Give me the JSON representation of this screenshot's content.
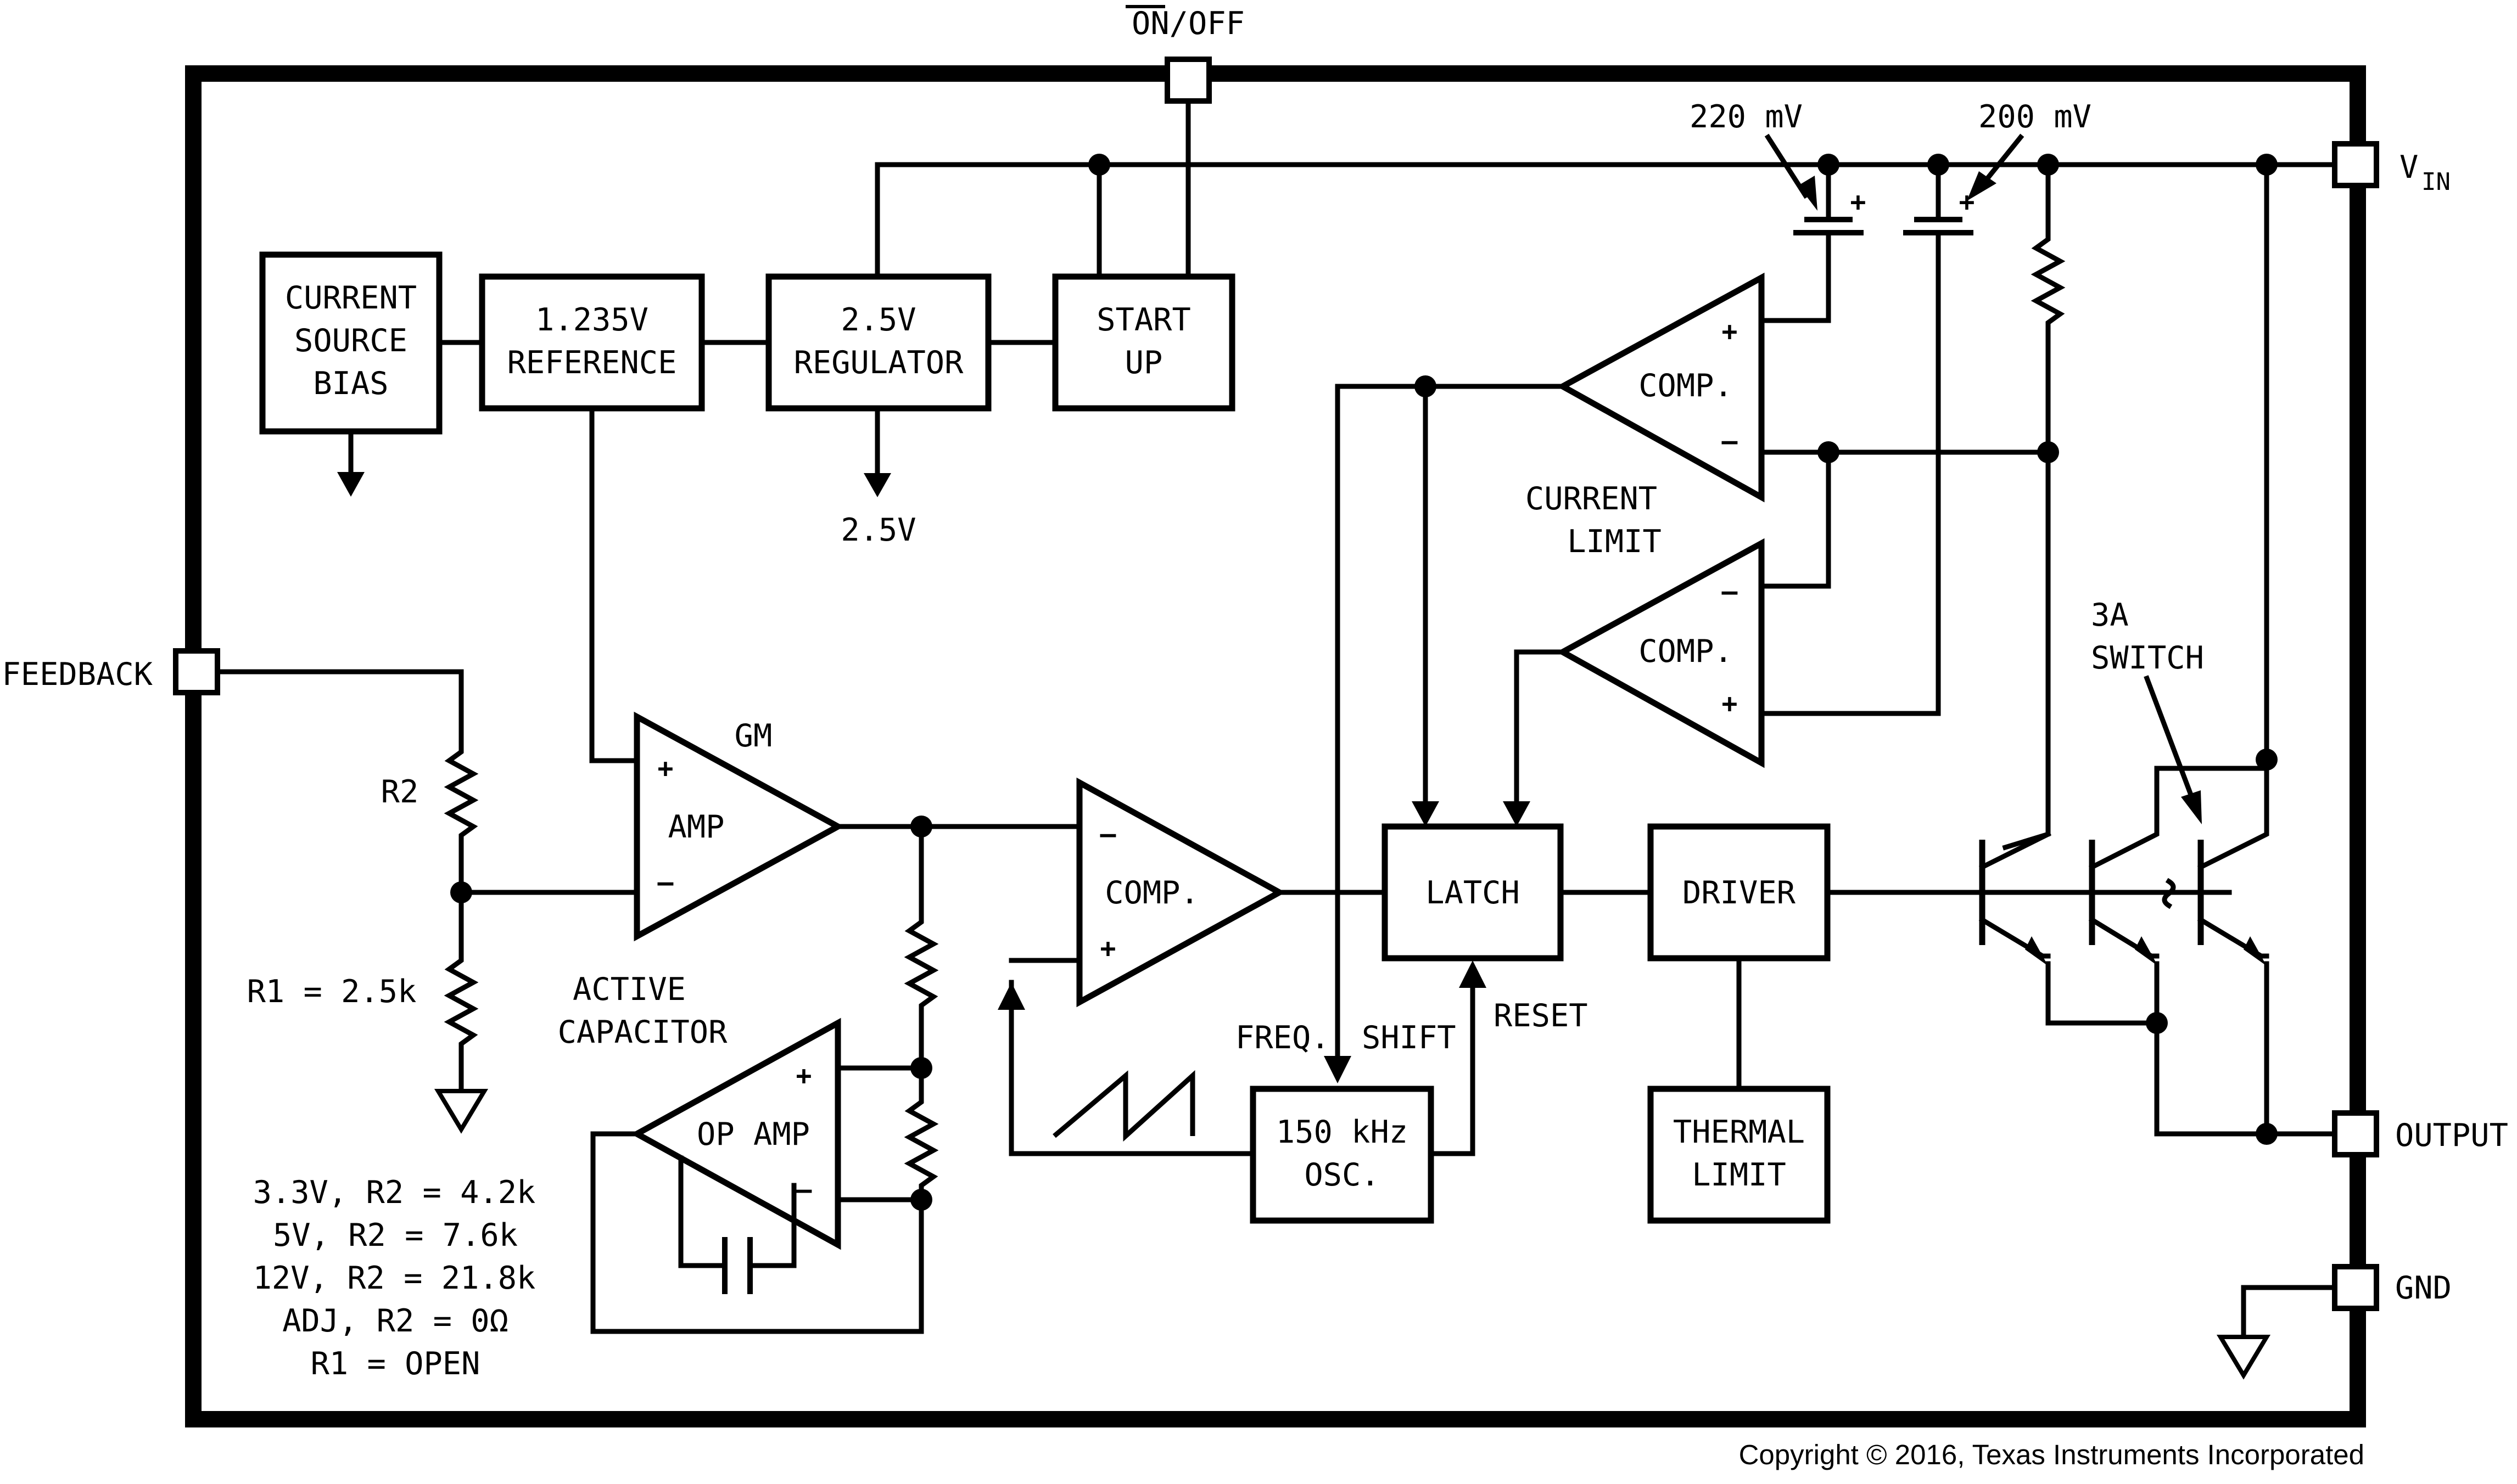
{
  "pins": {
    "on_off": "ON/OFF",
    "vin": "V",
    "vin_sub": "IN",
    "feedback": "FEEDBACK",
    "output": "OUTPUT",
    "gnd": "GND"
  },
  "blocks": {
    "bias_line1": "CURRENT",
    "bias_line2": "SOURCE",
    "bias_line3": "BIAS",
    "ref_line1": "1.235V",
    "ref_line2": "REFERENCE",
    "reg_line1": "2.5V",
    "reg_line2": "REGULATOR",
    "startup_line1": "START",
    "startup_line2": "UP",
    "latch": "LATCH",
    "driver": "DRIVER",
    "thermal_line1": "THERMAL",
    "thermal_line2": "LIMIT",
    "osc_line1": "150 kHz",
    "osc_line2": "OSC."
  },
  "amplifiers": {
    "gm_label": "GM",
    "gm_amp": "AMP",
    "comp_label": "COMP.",
    "op_amp": "OP AMP",
    "active_cap_line1": "ACTIVE",
    "active_cap_line2": "CAPACITOR",
    "plus": "+",
    "minus": "–"
  },
  "labels": {
    "reg_out": "2.5V",
    "mv_220": "220 mV",
    "mv_200": "200 mV",
    "current_limit_line1": "CURRENT",
    "current_limit_line2": "LIMIT",
    "switch_line1": "3A",
    "switch_line2": "SWITCH",
    "freq": "FREQ.",
    "shift": "SHIFT",
    "reset": "RESET",
    "r2": "R2",
    "r1": "R1 = 2.5k"
  },
  "notes": [
    "3.3V, R2 = 4.2k",
    "5V, R2 = 7.6k",
    "12V, R2 = 21.8k",
    "ADJ, R2 = 0Ω",
    "R1 = OPEN"
  ],
  "copyright": "Copyright © 2016, Texas Instruments Incorporated"
}
